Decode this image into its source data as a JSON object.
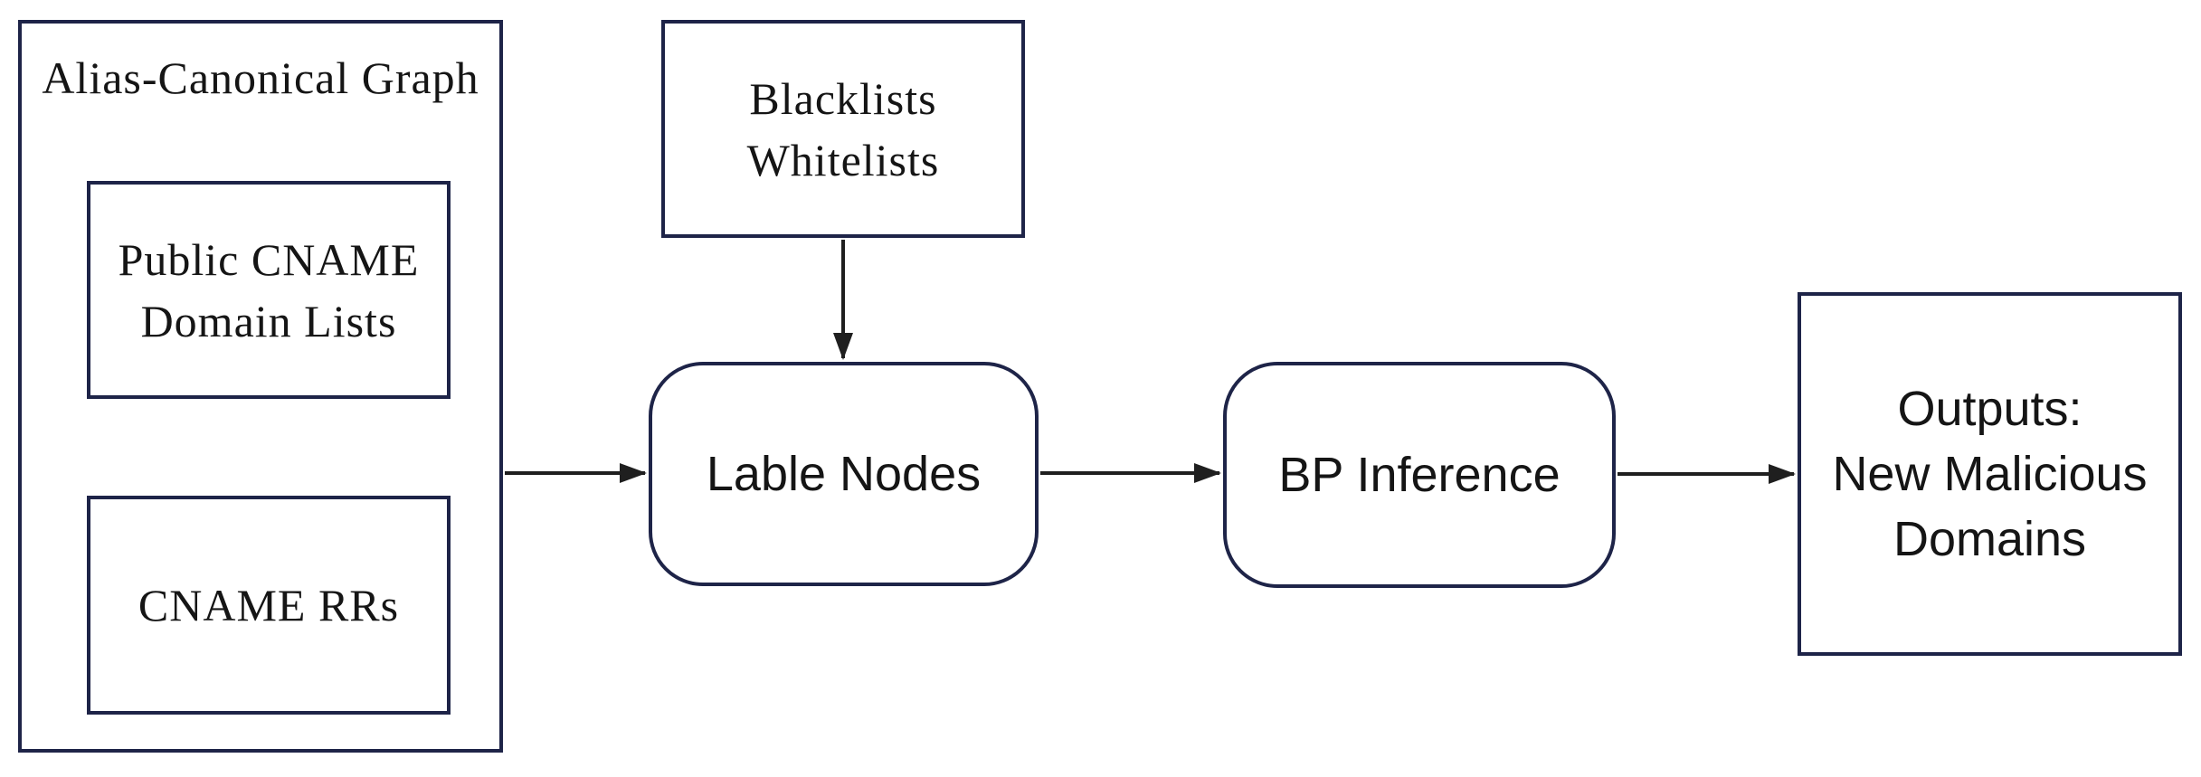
{
  "diagram": {
    "alias_graph": {
      "title": "Alias-Canonical Graph"
    },
    "public_cname": {
      "line1": "Public CNAME",
      "line2": "Domain Lists"
    },
    "cname_rrs": {
      "label": "CNAME RRs"
    },
    "lists": {
      "line1": "Blacklists",
      "line2": "Whitelists"
    },
    "label_nodes": {
      "label": "Lable Nodes"
    },
    "bp_inference": {
      "label": "BP Inference"
    },
    "outputs": {
      "line1": "Outputs:",
      "line2": "New Malicious",
      "line3": "Domains"
    }
  },
  "colors": {
    "box_border": "#1e2448",
    "arrow": "#1f1f1f",
    "text": "#151515",
    "background": "#ffffff"
  }
}
